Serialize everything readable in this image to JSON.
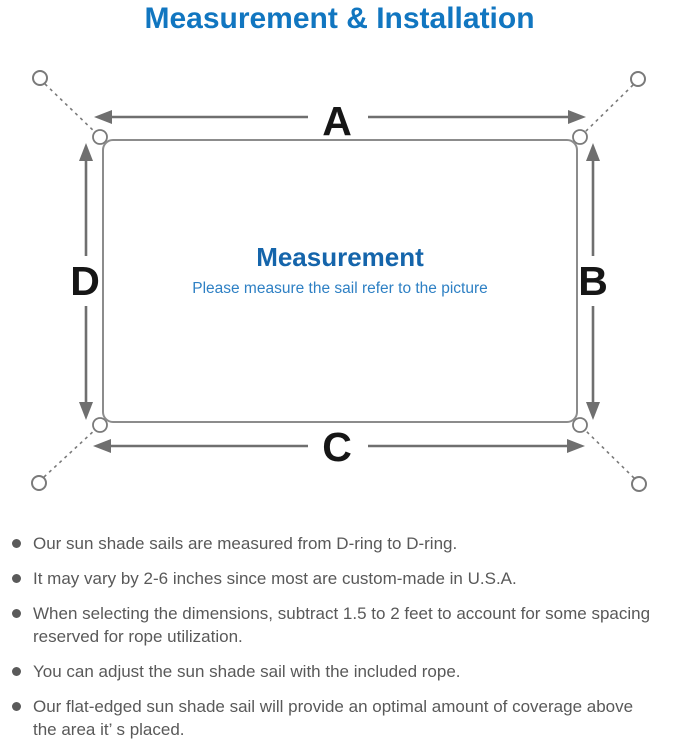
{
  "page": {
    "title": "Measurement & Installation"
  },
  "diagram": {
    "center_title": "Measurement",
    "center_subtitle": "Please measure the sail refer to the picture",
    "dimension_labels": {
      "top": "A",
      "right": "B",
      "bottom": "C",
      "left": "D"
    }
  },
  "colors": {
    "title_blue": "#1176c0",
    "center_title_blue": "#1565ab",
    "center_subtitle_blue": "#2e80c4",
    "diagram_line_gray": "#7a7a7a",
    "dimension_label_black": "#161616",
    "note_text_gray": "#595959"
  },
  "notes": [
    {
      "lines": [
        "Our sun shade sails are measured from D-ring to D-ring."
      ]
    },
    {
      "lines": [
        "It may vary by 2-6 inches since most are custom-made in U.S.A."
      ]
    },
    {
      "lines": [
        "When selecting the dimensions, subtract 1.5 to 2 feet to account for some spacing",
        "reserved for rope utilization."
      ]
    },
    {
      "lines": [
        "You can adjust the sun shade sail with the included rope."
      ]
    },
    {
      "lines": [
        "Our flat-edged sun shade sail will provide an optimal amount of coverage above",
        "the area it’ s placed."
      ]
    }
  ]
}
